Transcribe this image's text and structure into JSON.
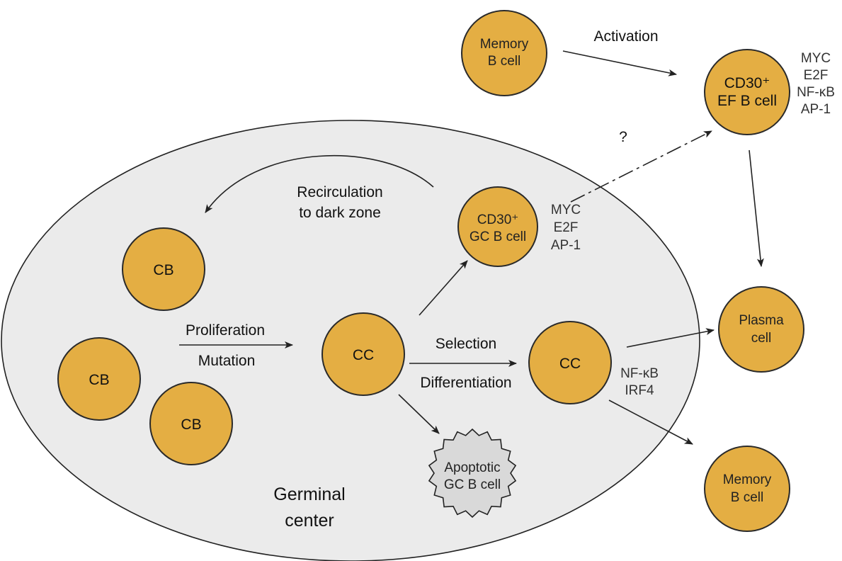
{
  "colors": {
    "cell": "#E4AE43",
    "germinal_center": "#EBEBEB",
    "apoptotic": "#D9D9D9"
  },
  "cells": {
    "memory_top": [
      "Memory",
      "B cell"
    ],
    "cd30_ef": [
      "CD30⁺",
      "EF B cell"
    ],
    "cd30_gc": [
      "CD30⁺",
      "GC B cell"
    ],
    "cb": "CB",
    "cc": "CC",
    "plasma": [
      "Plasma",
      "cell"
    ],
    "memory_bottom": [
      "Memory",
      "B cell"
    ],
    "apoptotic": [
      "Apoptotic",
      "GC B cell"
    ]
  },
  "factors": {
    "ef": [
      "MYC",
      "E2F",
      "NF-κB",
      "AP-1"
    ],
    "gc": [
      "MYC",
      "E2F",
      "AP-1"
    ],
    "cc": [
      "NF-κB",
      "IRF4"
    ]
  },
  "labels": {
    "activation": "Activation",
    "question": "?",
    "recirculation": [
      "Recirculation",
      "to dark zone"
    ],
    "proliferation": "Proliferation",
    "mutation": "Mutation",
    "selection": "Selection",
    "differentiation": "Differentiation",
    "germinal_center": [
      "Germinal",
      "center"
    ]
  }
}
